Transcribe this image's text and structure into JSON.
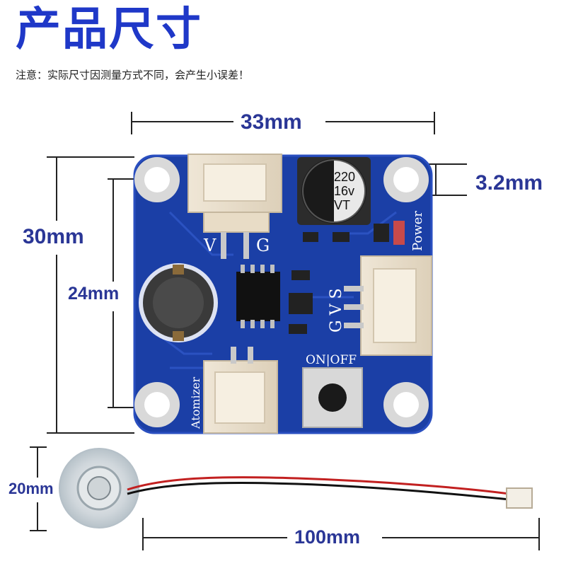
{
  "header": {
    "title": "产品尺寸",
    "note": "注意：实际尺寸因测量方式不同，会产生小误差！"
  },
  "dimensions": {
    "width_label": "33mm",
    "height_label": "30mm",
    "inner_height_label": "24mm",
    "hole_label": "3.2mm",
    "disc_label": "20mm",
    "cable_label": "100mm"
  },
  "board": {
    "capacitor_line1": "220",
    "capacitor_line2": "16v",
    "capacitor_line3": "VT",
    "power_pin_v": "V",
    "power_pin_g": "G",
    "signal_pins": "G V S",
    "power_led_label": "Power",
    "switch_label": "ON|OFF",
    "atomizer_label": "Atomizer"
  },
  "colors": {
    "dimension_text": "#2a3696",
    "title": "#1f38c8",
    "pcb": "#1b3fa6"
  }
}
